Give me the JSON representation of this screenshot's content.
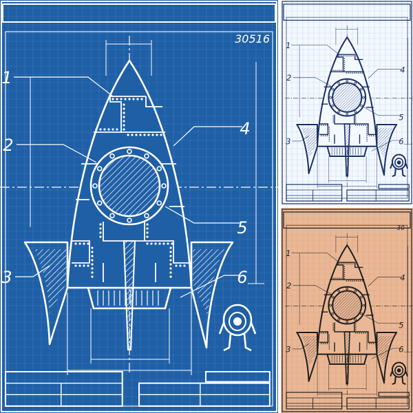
{
  "panels": [
    {
      "id": "blue",
      "theme": {
        "paper": "#1f5fa6",
        "grid": "#4a82c4",
        "line": "#ffffff",
        "hatch": "#ffffff"
      },
      "code": "30516",
      "callouts": [
        "1",
        "2",
        "3",
        "4",
        "5",
        "6"
      ]
    },
    {
      "id": "white",
      "theme": {
        "paper": "#f4f9ff",
        "grid": "#b9d3ee",
        "line": "#1a2f66",
        "hatch": "#1a2f66"
      },
      "code": "",
      "callouts": [
        "1",
        "2",
        "3",
        "4",
        "5",
        "6"
      ]
    },
    {
      "id": "orange",
      "theme": {
        "paper": "#eab896",
        "grid": "#d99c78",
        "line": "#1e1e1e",
        "hatch": "#1e1e1e"
      },
      "code": "30",
      "callouts": [
        "1",
        "2",
        "3",
        "4",
        "5",
        "6"
      ]
    }
  ]
}
